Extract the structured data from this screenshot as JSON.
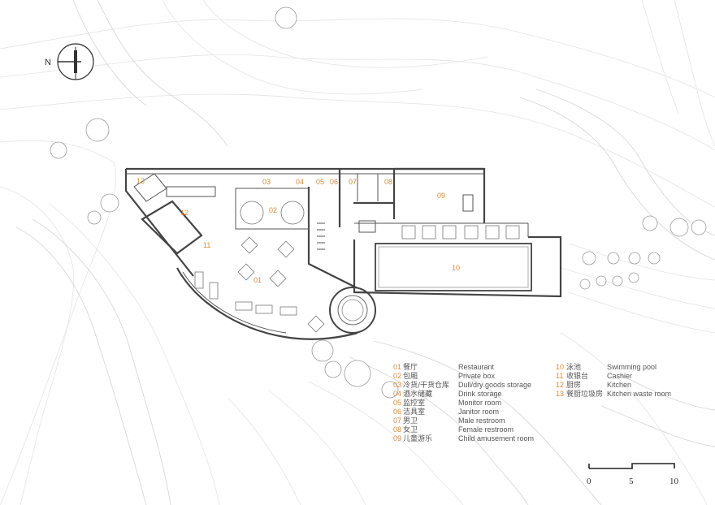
{
  "compass": {
    "label": "N"
  },
  "rooms": [
    {
      "id": "01"
    },
    {
      "id": "02"
    },
    {
      "id": "03"
    },
    {
      "id": "04"
    },
    {
      "id": "05"
    },
    {
      "id": "06"
    },
    {
      "id": "07"
    },
    {
      "id": "08"
    },
    {
      "id": "09"
    },
    {
      "id": "10"
    },
    {
      "id": "11"
    },
    {
      "id": "12"
    },
    {
      "id": "13"
    }
  ],
  "legend": {
    "left": [
      {
        "num": "01",
        "zh": "餐厅",
        "en": "Restaurant"
      },
      {
        "num": "02",
        "zh": "包厢",
        "en": "Private box"
      },
      {
        "num": "03",
        "zh": "冷货/干货仓库",
        "en": "Dull/dry goods storage"
      },
      {
        "num": "04",
        "zh": "酒水储藏",
        "en": "Drink storage"
      },
      {
        "num": "05",
        "zh": "监控室",
        "en": "Monitor room"
      },
      {
        "num": "06",
        "zh": "洁具室",
        "en": "Janitor room"
      },
      {
        "num": "07",
        "zh": "男卫",
        "en": "Male restroom"
      },
      {
        "num": "08",
        "zh": "女卫",
        "en": "Female restroom"
      },
      {
        "num": "09",
        "zh": "儿童游乐",
        "en": "Child amusement room"
      }
    ],
    "right": [
      {
        "num": "10",
        "zh": "泳池",
        "en": "Swimming pool"
      },
      {
        "num": "11",
        "zh": "收银台",
        "en": "Cashier"
      },
      {
        "num": "12",
        "zh": "厨房",
        "en": "Kitchen"
      },
      {
        "num": "13",
        "zh": "餐厨垃圾房",
        "en": "Kitchen waste room"
      }
    ]
  },
  "scale": {
    "ticks": [
      "0",
      "5",
      "10"
    ]
  }
}
